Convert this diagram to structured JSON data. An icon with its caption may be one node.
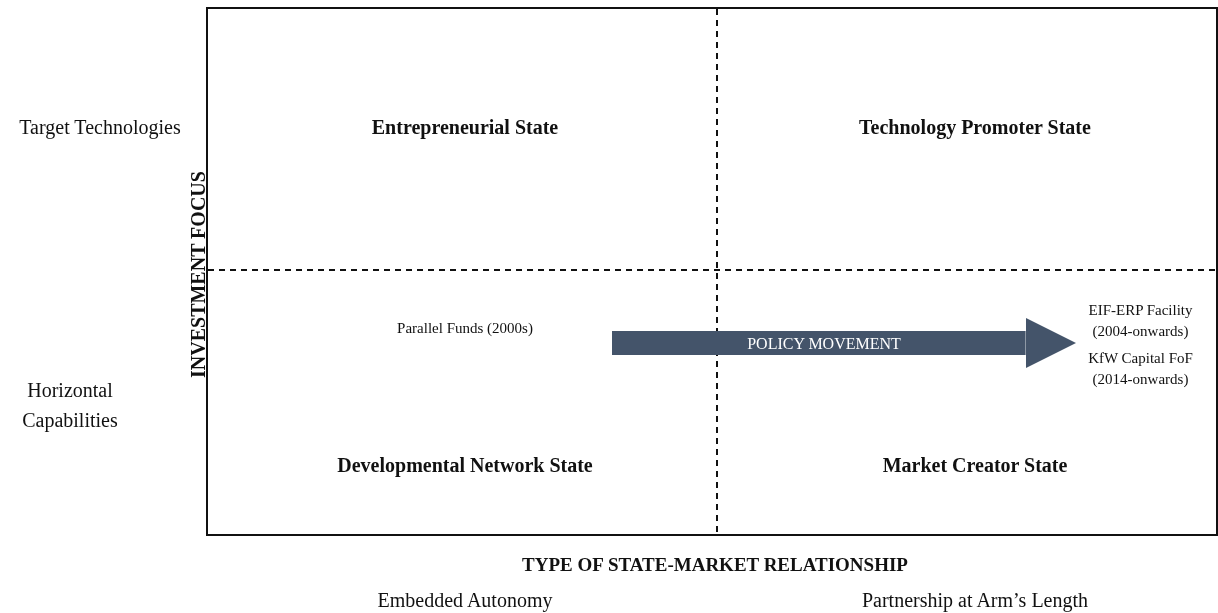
{
  "diagram": {
    "nodes": [
      {
        "text": [
          "Parallel Funds (2000s)"
        ]
      },
      {
        "text": [
          "EIF-ERP Facility (2004-onwards)",
          "KfW Capital FoF (2014-onwards)"
        ]
      }
    ],
    "edges": [
      {
        "from": 0,
        "to": 1,
        "arrow": "to",
        "label": "POLICY MOVEMENT"
      }
    ],
    "labels": [
      "Target Technologies",
      "Entrepreneurial State",
      "Technology Promoter State",
      "INVESTMENT FOCUS",
      "Horizontal Capabilities",
      "Developmental Network State",
      "Market Creator State",
      "TYPE OF STATE-MARKET RELATIONSHIP",
      "Embedded Autonomy",
      "Partnership at Arm’s Length"
    ]
  }
}
